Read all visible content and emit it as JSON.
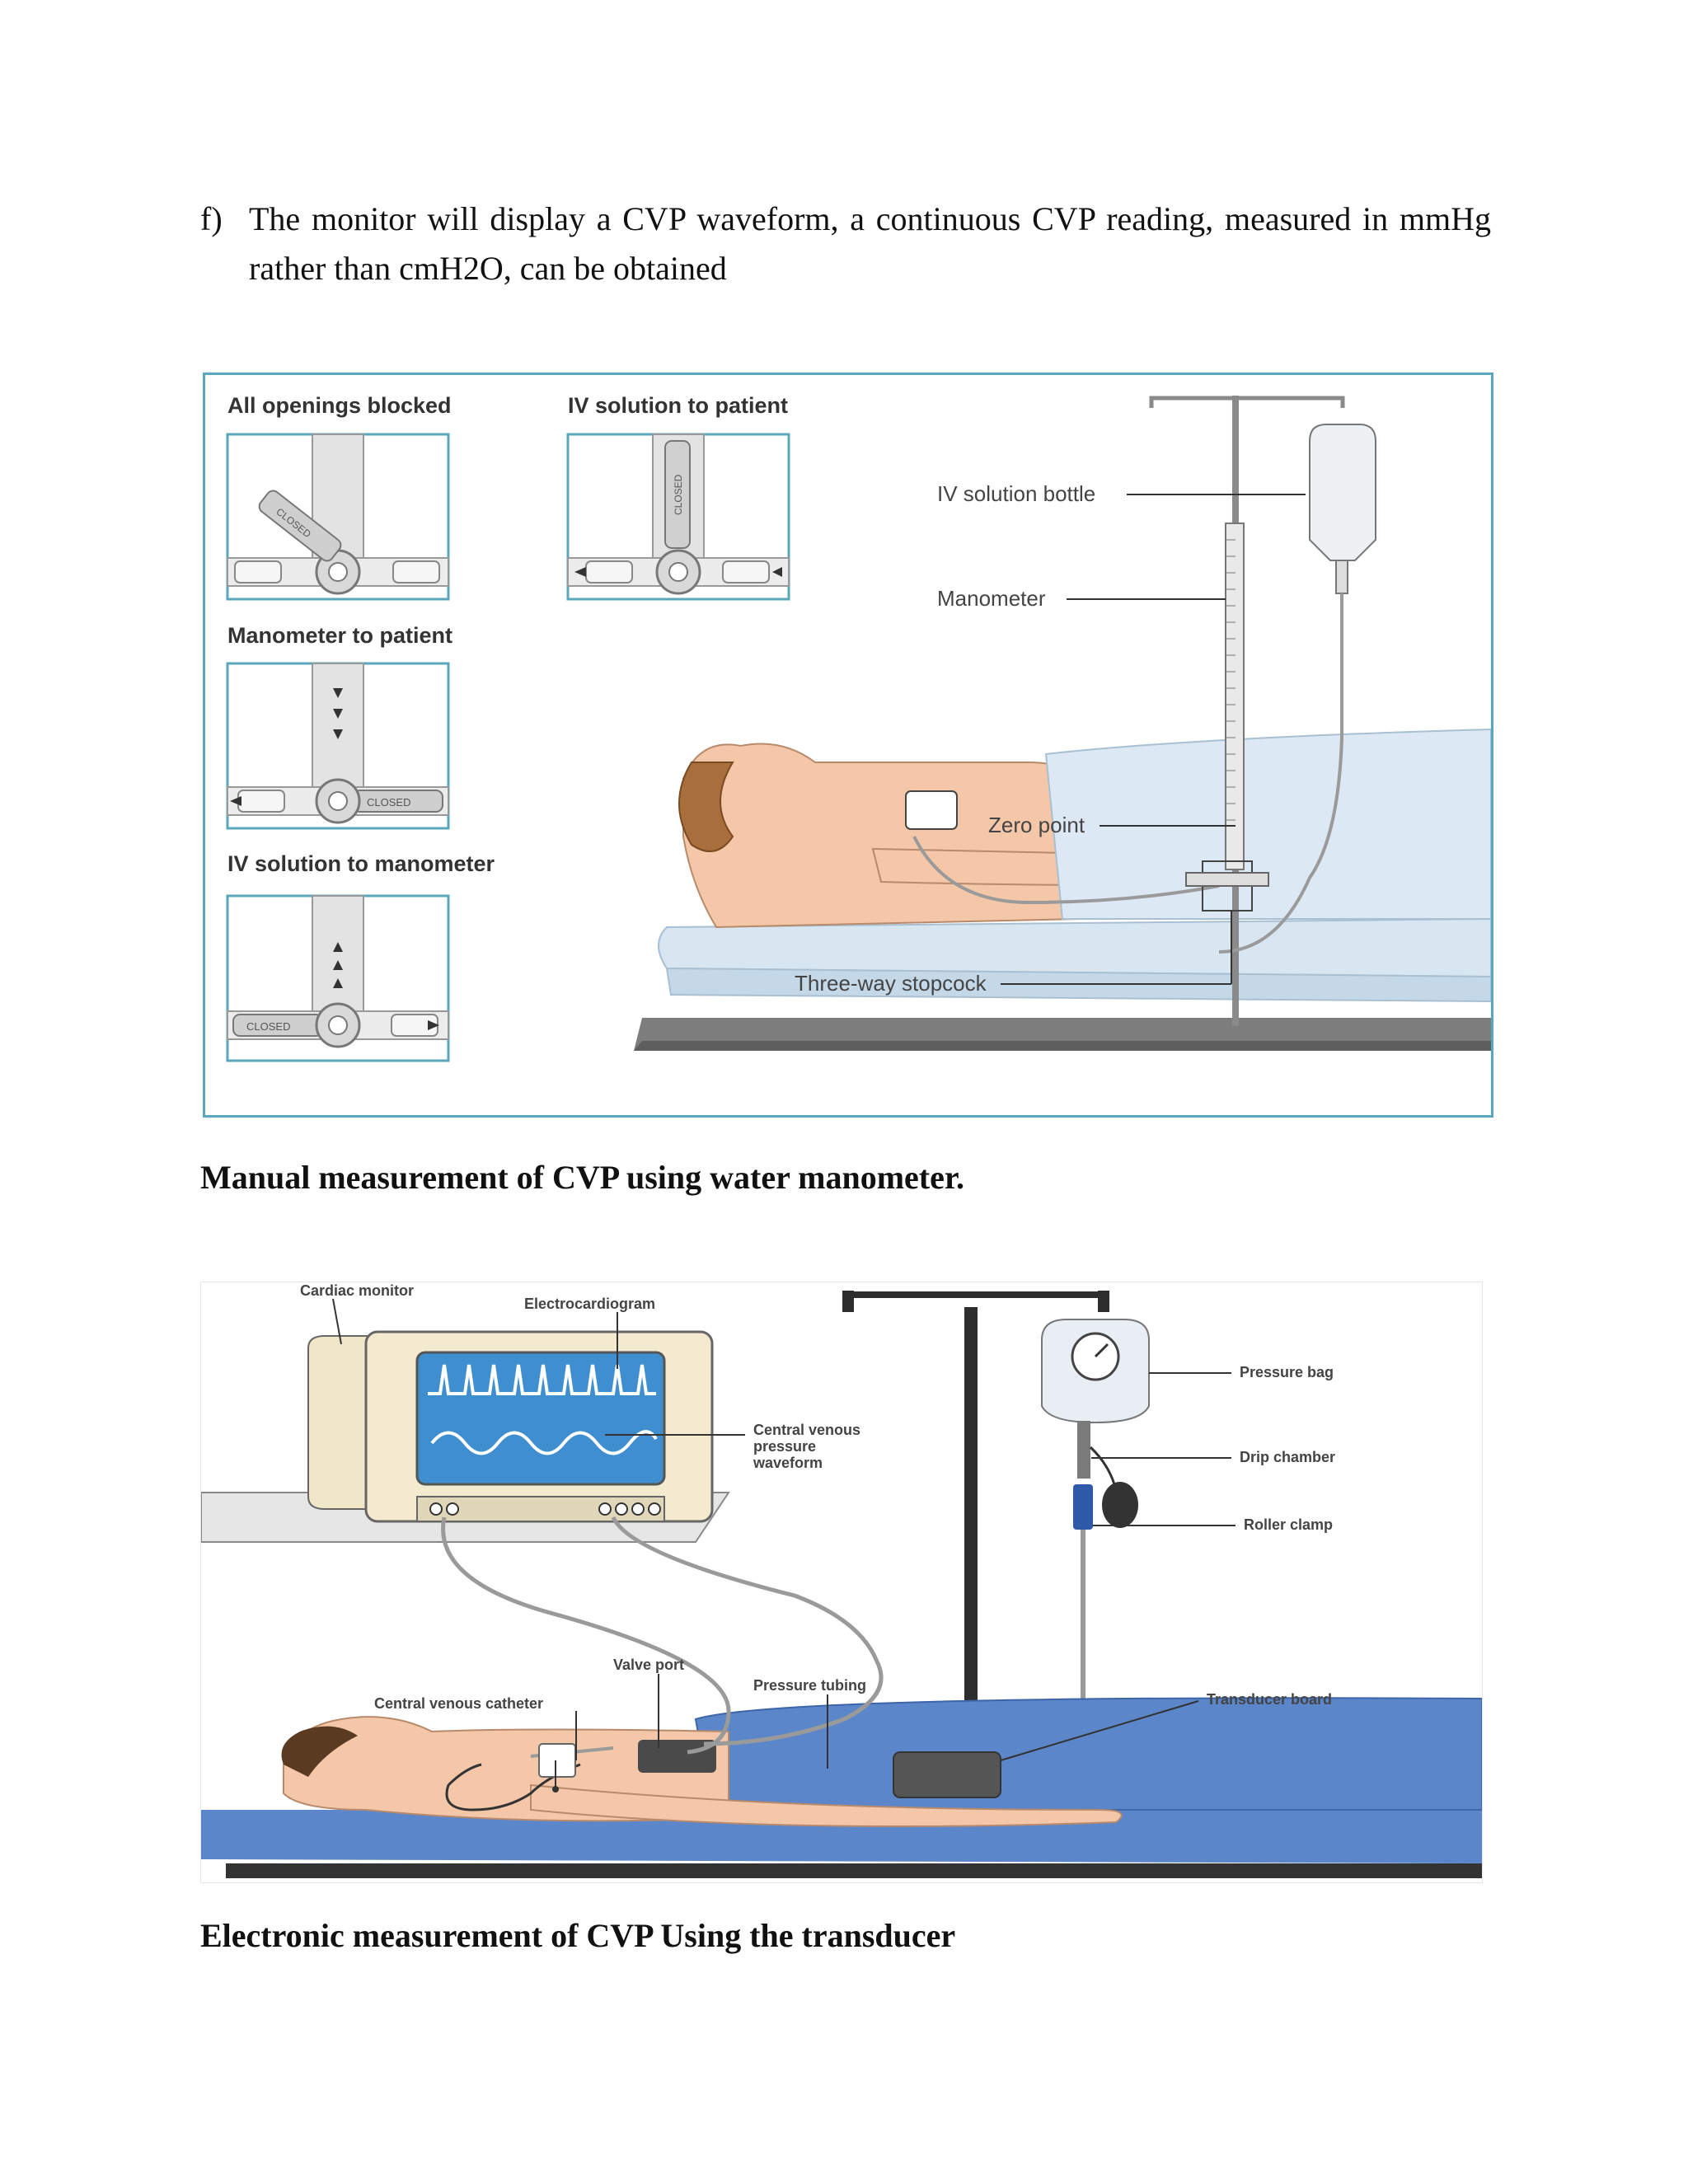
{
  "paragraph": {
    "marker": "f)",
    "text": "The monitor will display a CVP waveform, a continuous CVP reading, measured in mmHg rather than cmH2O, can be obtained"
  },
  "figure_manual": {
    "stopcock_titles": [
      "All openings blocked",
      "IV solution to patient",
      "Manometer to patient",
      "IV solution to manometer"
    ],
    "closed_label": "CLOSED",
    "labels": {
      "iv_bottle": "IV solution bottle",
      "manometer": "Manometer",
      "zero_point": "Zero point",
      "stopcock": "Three-way stopcock"
    }
  },
  "caption_manual": "Manual measurement of CVP using water manometer.",
  "figure_electronic": {
    "labels": {
      "cardiac_monitor": "Cardiac monitor",
      "ecg": "Electrocardiogram",
      "cvp_waveform": [
        "Central venous",
        "pressure",
        "waveform"
      ],
      "pressure_bag": "Pressure bag",
      "drip_chamber": "Drip chamber",
      "roller_clamp": "Roller clamp",
      "valve_port": "Valve port",
      "pressure_tubing": "Pressure tubing",
      "cv_catheter": "Central venous catheter",
      "transducer_board": "Transducer board"
    }
  },
  "caption_electronic": "Electronic measurement of CVP Using the transducer",
  "colors": {
    "frame": "#5aa7bd",
    "sheet": "#d7e6f1",
    "skin": "#f3c7a8",
    "sheet_blue": "#5b86c9",
    "screen": "#3f8fd0"
  }
}
